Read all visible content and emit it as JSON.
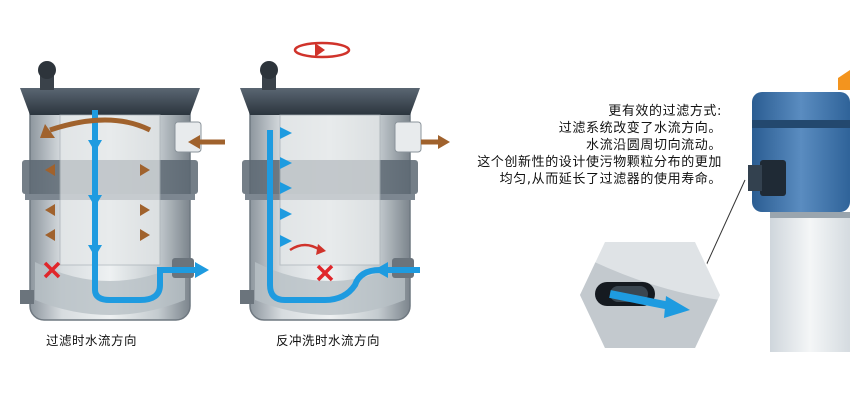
{
  "captions": {
    "filter_flow": "过滤时水流方向",
    "backwash_flow": "反冲洗时水流方向"
  },
  "description": {
    "title": "更有效的过滤方式:",
    "lines": [
      "过滤系统改变了水流方向。",
      "水流沿圆周切向流动。",
      "这个创新性的设计使污物颗粒分布的更加",
      "均匀,从而延长了过滤器的使用寿命。"
    ]
  },
  "colors": {
    "flow_blue": "#1e9be0",
    "flow_brown": "#a0622d",
    "swirl_red": "#d0332b",
    "block_red": "#e0262b",
    "housing_dark": "#3f4b58",
    "pump_blue": "#3d6fa5",
    "pump_orange": "#f3941e"
  },
  "icons": [
    "blocked-x-icon",
    "swirl-arrow-icon",
    "flow-arrow-icon"
  ]
}
